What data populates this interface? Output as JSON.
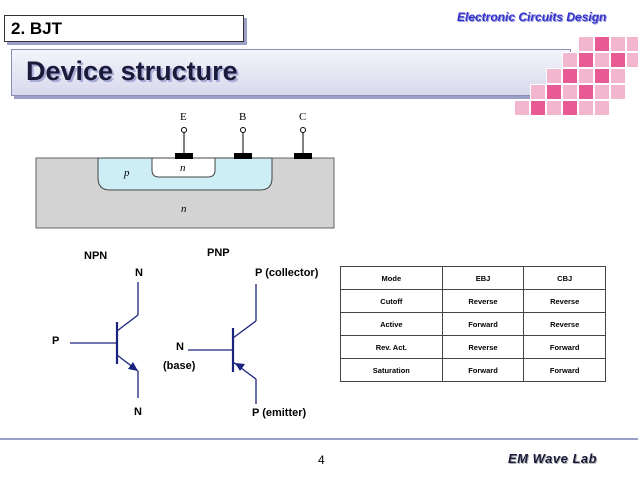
{
  "header": {
    "section": "2. BJT",
    "course": "Electronic Circuits Design",
    "title": "Device structure"
  },
  "structure": {
    "terminals": [
      "E",
      "B",
      "C"
    ],
    "regions": {
      "base": "p",
      "emitter": "n",
      "collector": "n"
    }
  },
  "symbols": {
    "npn": {
      "name": "NPN",
      "base": "P",
      "collector": "N",
      "emitter": "N"
    },
    "pnp": {
      "name": "PNP",
      "collector": "P (collector)",
      "base": "N",
      "base_note": "(base)",
      "emitter": "P (emitter)"
    }
  },
  "mode_table": {
    "headers": [
      "Mode",
      "EBJ",
      "CBJ"
    ],
    "rows": [
      [
        "Cutoff",
        "Reverse",
        "Reverse"
      ],
      [
        "Active",
        "Forward",
        "Reverse"
      ],
      [
        "Rev. Act.",
        "Reverse",
        "Forward"
      ],
      [
        "Saturation",
        "Forward",
        "Forward"
      ]
    ]
  },
  "footer": {
    "page": "4",
    "lab": "EM Wave Lab"
  },
  "colors": {
    "accent": "#9aa0c8",
    "course_text": "#3333cc",
    "base_region": "#cdeef5",
    "substrate": "#d3d3d3",
    "mosaic_pink": "#e75a94"
  }
}
